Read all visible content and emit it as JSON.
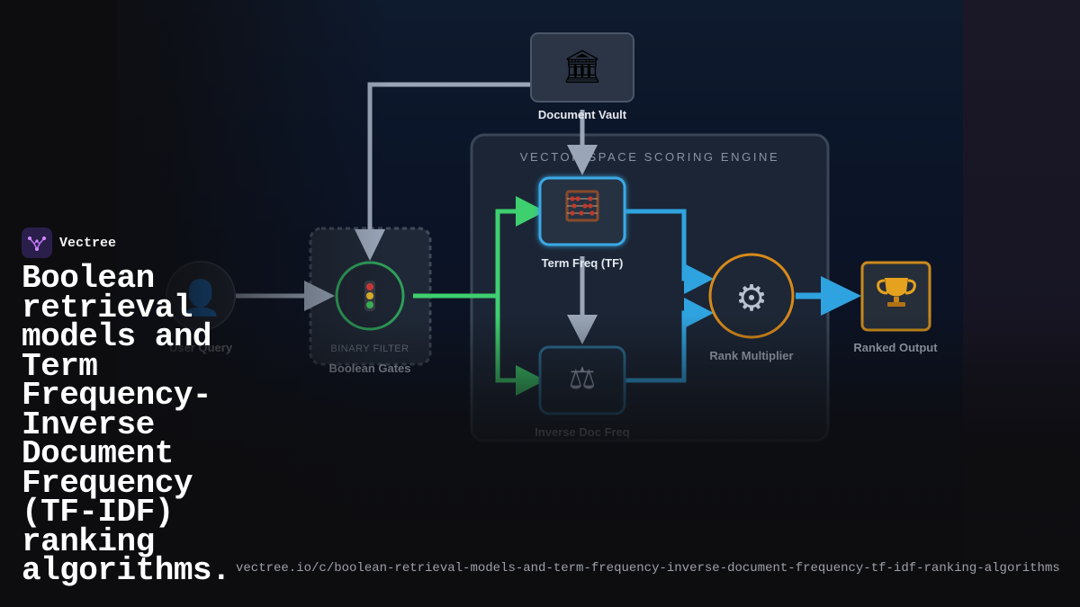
{
  "brand": {
    "name": "Vectree"
  },
  "headline": "Boolean retrieval models and Term Frequency-Inverse Document Frequency (TF-IDF) ranking algorithms.",
  "url": "vectree.io/c/boolean-retrieval-models-and-term-frequency-inverse-document-frequency-tf-idf-ranking-algorithms",
  "diagram": {
    "group_title": "VECTOR SPACE SCORING ENGINE",
    "nodes": {
      "vault": {
        "label": "Document Vault",
        "icon": "bank-building-icon"
      },
      "query": {
        "label": "User Query",
        "icon": "person-silhouette-icon"
      },
      "gates": {
        "label": "Boolean Gates",
        "sublabel": "BINARY FILTER",
        "icon": "traffic-light-icon"
      },
      "tf": {
        "label": "Term Freq (TF)",
        "icon": "abacus-icon"
      },
      "idf": {
        "label": "Inverse Doc Freq",
        "icon": "scales-icon"
      },
      "rank": {
        "label": "Rank Multiplier",
        "icon": "gear-icon"
      },
      "output": {
        "label": "Ranked Output",
        "icon": "trophy-icon"
      }
    },
    "colors": {
      "gray_arrow": "#9aa6b8",
      "green_arrow": "#3ecf6e",
      "blue_arrow": "#2fa3df",
      "gear_ring": "#d68a1a",
      "trophy_border": "#c98a1c",
      "tf_border": "#3aa9e6",
      "gates_ring": "#2f9e5a"
    }
  }
}
